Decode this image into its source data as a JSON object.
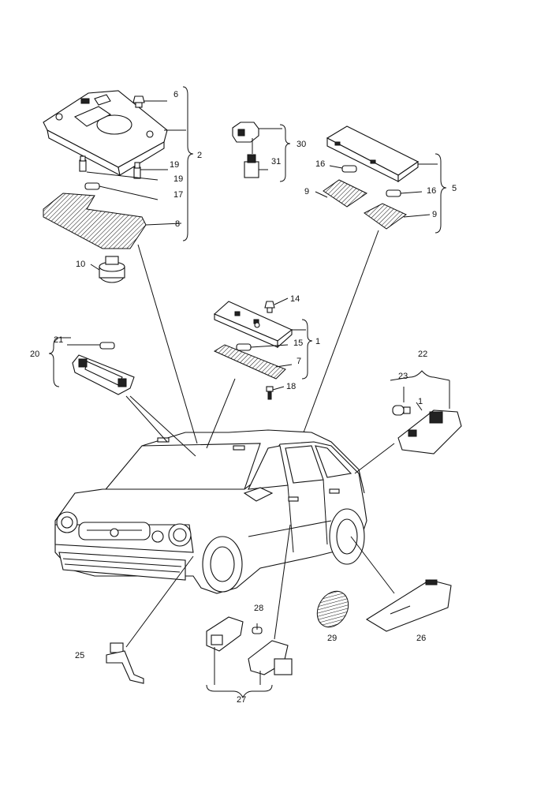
{
  "callouts": {
    "c1": "1",
    "c2": "2",
    "c5": "5",
    "c6": "6",
    "c7": "7",
    "c8": "8",
    "c9a": "9",
    "c9b": "9",
    "c10": "10",
    "c14": "14",
    "c15": "15",
    "c16a": "16",
    "c16b": "16",
    "c17": "17",
    "c18": "18",
    "c19a": "19",
    "c19b": "19",
    "c20": "20",
    "c21": "21",
    "c22": "22",
    "c23": "23",
    "c1b": "1",
    "c25": "25",
    "c26": "26",
    "c27": "27",
    "c28": "28",
    "c29": "29",
    "c30": "30",
    "c31": "31"
  }
}
